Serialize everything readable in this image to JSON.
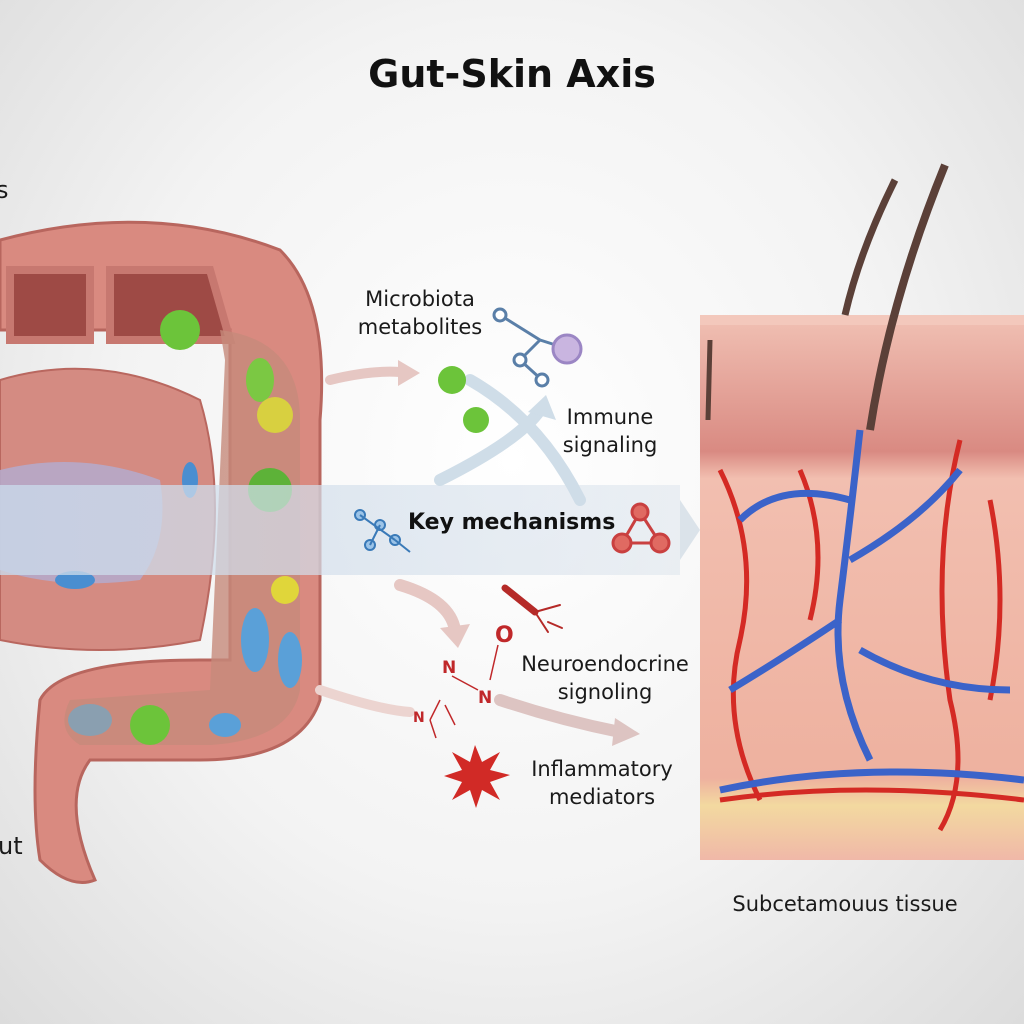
{
  "title": "Gut-Skin Axis",
  "left_cut_labels": {
    "top": "s",
    "bottom": "ut"
  },
  "mechanisms": {
    "center": "Key mechanisms",
    "microbiota": [
      "Microbiota",
      "metabolites"
    ],
    "immune": [
      "Immune",
      "signaling"
    ],
    "neuroendocrine": [
      "Neuroendocrine",
      "signoling"
    ],
    "inflammatory": [
      "Inflammatory",
      "mediators"
    ]
  },
  "molecule_atoms": [
    "O",
    "N",
    "N",
    "N"
  ],
  "skin_label": "Subcetamouus tissue",
  "colors": {
    "gut": "#d98a80",
    "artery": "#d42a24",
    "vein": "#3b63c9",
    "skin": "#f0b3a2",
    "bacteria_green": "#6cc43a",
    "bacteria_blue": "#5aa0d8"
  }
}
